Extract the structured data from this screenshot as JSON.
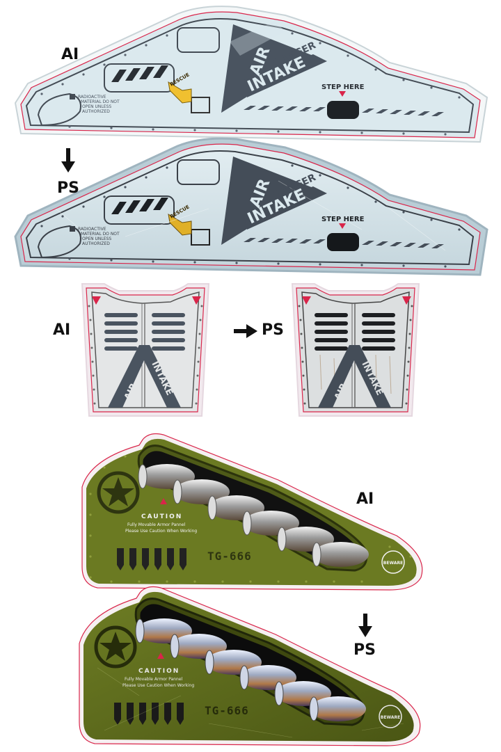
{
  "labels": {
    "ai_1": "AI",
    "ps_1": "PS",
    "ai_2": "AI",
    "ps_2": "PS",
    "ai_3": "AI",
    "ps_3": "PS"
  },
  "wing_panel": {
    "air": "AIR",
    "danger": "DANGER",
    "intake": "INTAKE",
    "step_here": "STEP HERE",
    "rescue": "RESCUE",
    "warning_lines": [
      "RADIOACTIVE",
      "MATERIAL DO NOT",
      "OPEN UNLESS",
      "AUTHORIZED"
    ]
  },
  "hatch_panel": {
    "air": "AIR",
    "intake": "INTAKE"
  },
  "armor_panel": {
    "caution": "CAUTION",
    "caution_line1": "Fully Movable Armor Pannel",
    "caution_line2": "Please Use Caution When Working",
    "code": "TG-666",
    "badge": "BEWARE"
  },
  "colors": {
    "panel_light": "#dbe9ee",
    "panel_dark": "#4a5460",
    "accent_red": "#d9254a",
    "arrow_yellow": "#f0c030",
    "armor_green": "#6b7a22",
    "armor_green_dark": "#4e5a18",
    "hatch_grey": "#e4e6e7"
  }
}
